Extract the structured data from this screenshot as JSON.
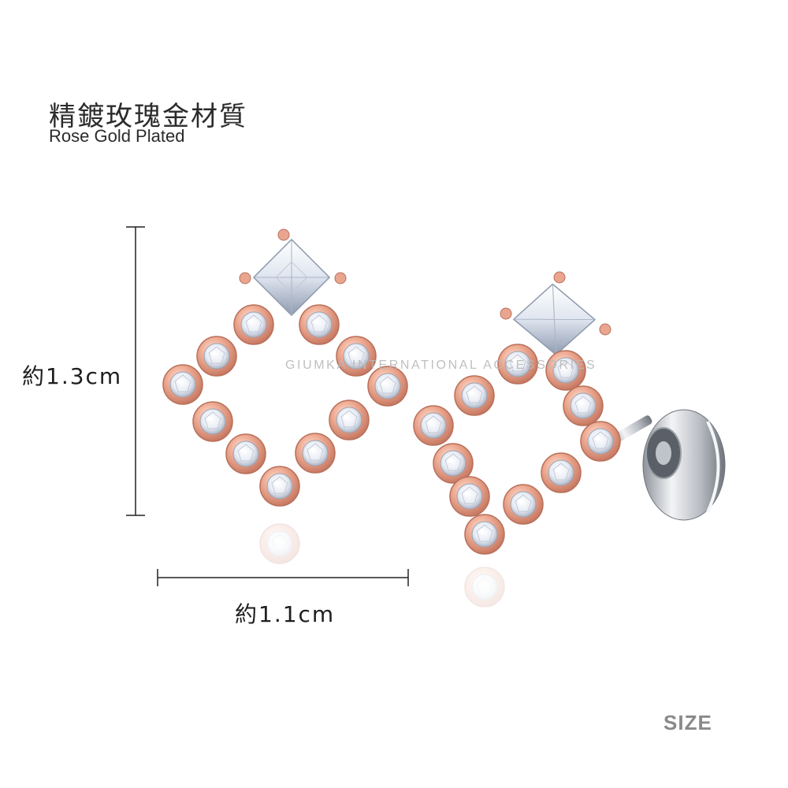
{
  "heading": {
    "title": "精鍍玫瑰金材質",
    "subtitle": "Rose Gold Plated"
  },
  "dimensions": {
    "height_label": "約1.3cm",
    "width_label": "約1.1cm"
  },
  "watermark": "GIUMKA INTERNATIONAL ACCESSORIES",
  "corner_label": "SIZE",
  "colors": {
    "rose_gold": "#e9a58f",
    "rose_gold_dark": "#c77c66",
    "crystal": "#f4f6fb",
    "silver": "#c9ccd1"
  },
  "product": {
    "left_earring": "earring-front-view",
    "right_earring": "earring-angled-view-with-backing"
  }
}
